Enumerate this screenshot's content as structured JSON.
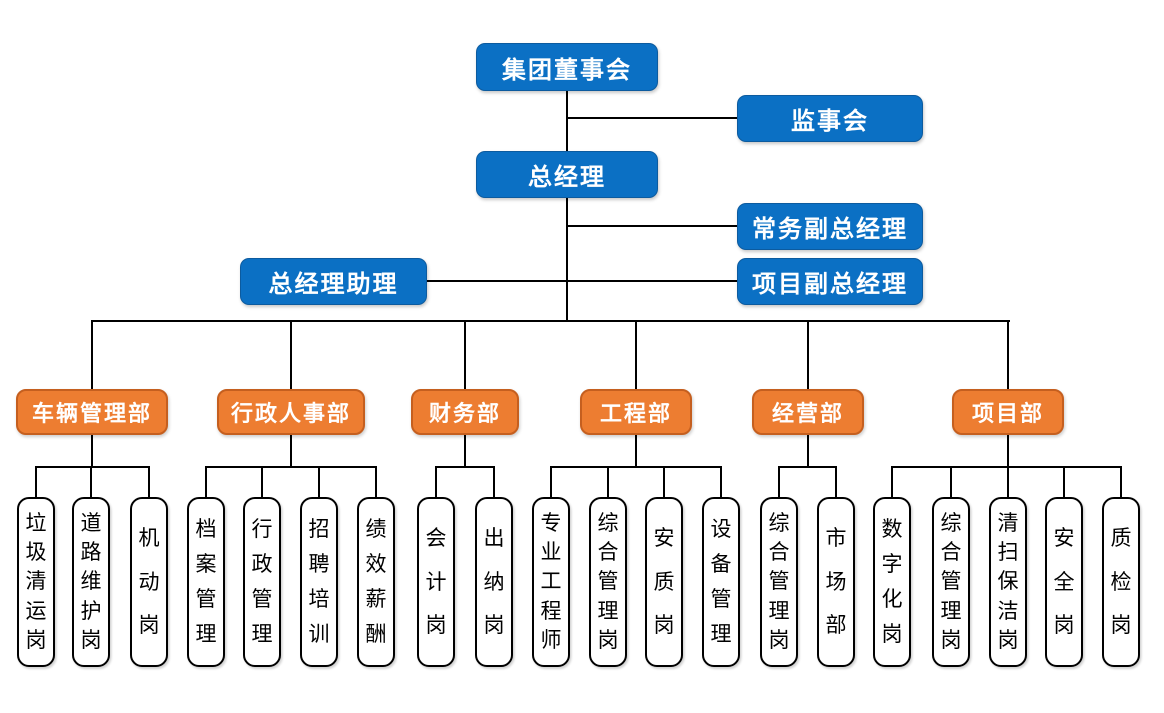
{
  "org": {
    "board": {
      "label": "集团董事会"
    },
    "supervisory_board": {
      "label": "监事会"
    },
    "general_manager": {
      "label": "总经理"
    },
    "executive_deputy_gm": {
      "label": "常务副总经理"
    },
    "gm_assistant": {
      "label": "总经理助理"
    },
    "project_deputy_gm": {
      "label": "项目副总经理"
    },
    "departments": [
      {
        "label": "车辆管理部",
        "children": [
          "垃圾清运岗",
          "道路维护岗",
          "机动岗"
        ]
      },
      {
        "label": "行政人事部",
        "children": [
          "档案管理",
          "行政管理",
          "招聘培训",
          "绩效薪酬"
        ]
      },
      {
        "label": "财务部",
        "children": [
          "会计岗",
          "出纳岗"
        ]
      },
      {
        "label": "工程部",
        "children": [
          "专业工程师",
          "综合管理岗",
          "安质岗",
          "设备管理"
        ]
      },
      {
        "label": "经营部",
        "children": [
          "综合管理岗",
          "市场部"
        ]
      },
      {
        "label": "项目部",
        "children": [
          "数字化岗",
          "综合管理岗",
          "清扫保洁岗",
          "安全岗",
          "质检岗"
        ]
      }
    ],
    "colors": {
      "node_blue": "#0b70c4",
      "node_orange": "#ed7d31",
      "orange_border": "#c55f1f",
      "connector": "#000000",
      "position_fill": "#ffffff",
      "position_border": "#000000"
    }
  }
}
